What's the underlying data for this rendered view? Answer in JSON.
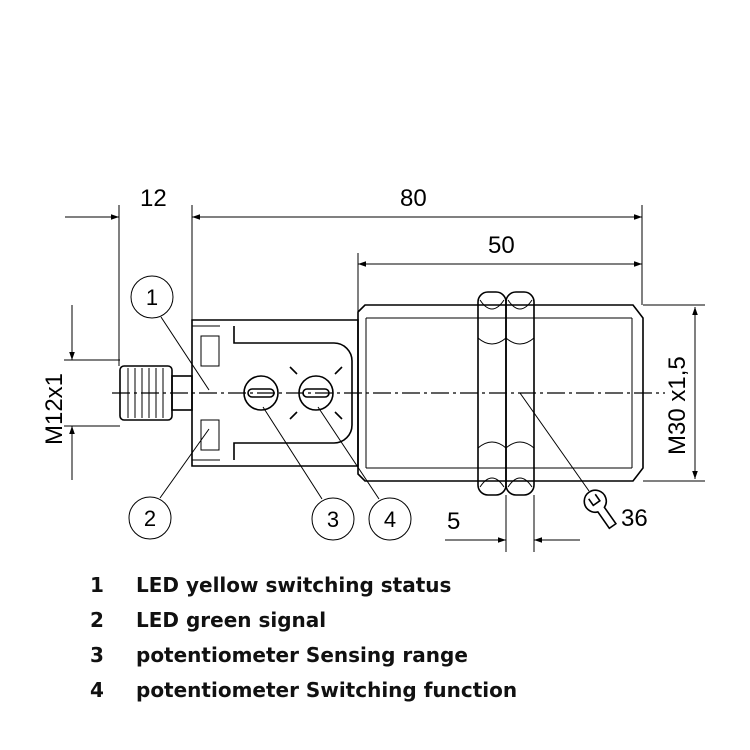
{
  "dimensions": {
    "d12": "12",
    "d80": "80",
    "d50": "50",
    "thread_left": "M12x1",
    "thread_right": "M30 x1,5",
    "nut_width": "5",
    "wrench": "36"
  },
  "callouts": [
    "1",
    "2",
    "3",
    "4"
  ],
  "legend": [
    {
      "num": "1",
      "text": "LED yellow switching status"
    },
    {
      "num": "2",
      "text": "LED green signal"
    },
    {
      "num": "3",
      "text": "potentiometer Sensing range"
    },
    {
      "num": "4",
      "text": "potentiometer Switching function"
    }
  ],
  "icons": {
    "wrench": "wrench-icon"
  }
}
